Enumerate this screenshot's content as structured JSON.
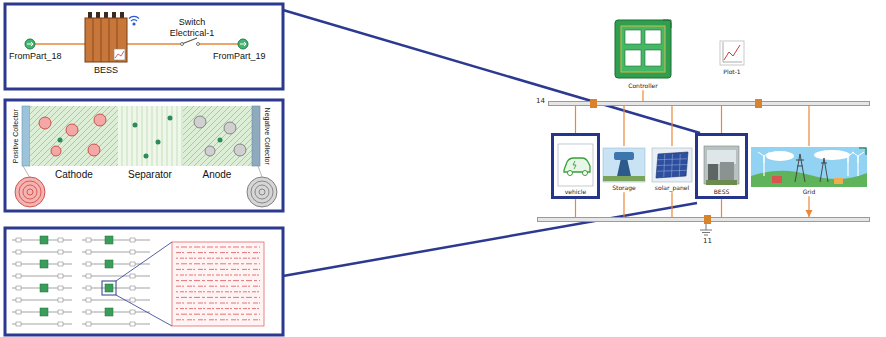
{
  "diagram": {
    "nodes": [
      {
        "text": [
          "Controller"
        ]
      },
      {
        "text": [
          "Plot-1"
        ]
      },
      {
        "text": [
          "14"
        ]
      },
      {
        "text": [
          "vehicle"
        ]
      },
      {
        "text": [
          "Storage"
        ]
      },
      {
        "text": [
          "solar_panel"
        ]
      },
      {
        "text": [
          "BESS"
        ]
      },
      {
        "text": [
          "Grid"
        ]
      },
      {
        "text": [
          "11"
        ]
      }
    ],
    "edges": [
      {
        "from": 0,
        "to": 2,
        "arrow": "none"
      },
      {
        "from": 2,
        "to": 3,
        "arrow": "none"
      },
      {
        "from": 2,
        "to": 4,
        "arrow": "none"
      },
      {
        "from": 2,
        "to": 5,
        "arrow": "none"
      },
      {
        "from": 2,
        "to": 6,
        "arrow": "none"
      },
      {
        "from": 2,
        "to": 7,
        "arrow": "none"
      },
      {
        "from": 3,
        "to": 8,
        "arrow": "none"
      },
      {
        "from": 4,
        "to": 8,
        "arrow": "none"
      },
      {
        "from": 5,
        "to": 8,
        "arrow": "none"
      },
      {
        "from": 6,
        "to": 8,
        "arrow": "none"
      },
      {
        "from": 7,
        "to": 8,
        "arrow": "to"
      }
    ],
    "labels": [
      "FromPart_18",
      "BESS",
      "Switch Electrical-1",
      "FromPart_19",
      "Positive Collector",
      "Cathode",
      "Separator",
      "Anode",
      "Negative Collector"
    ]
  }
}
